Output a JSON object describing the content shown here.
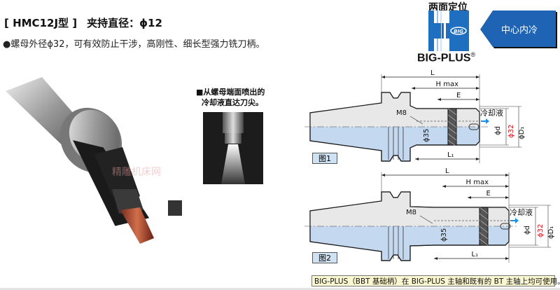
{
  "header": {
    "model": "[ HMC12J型 ]",
    "spec": "夹持直径：ϕ12"
  },
  "description": "●螺母外径ϕ32，可有效防止干涉，高刚性、细长型强力铣刀柄。",
  "logo": {
    "caption": "两面定位",
    "badge": "BIG",
    "wordmark": "BIG-PLUS",
    "registered": "®"
  },
  "feature_badge": "中心内冷",
  "photo_caption": [
    "■从螺母端面喷出的",
    "冷却液直达刀尖。"
  ],
  "watermark": "精雕机床网",
  "figures": [
    {
      "tag": "图1",
      "L": "L",
      "H": "H max",
      "E": "E",
      "M8": "M8",
      "coolant": "冷却液",
      "phi35": "ϕ35",
      "phid": "ϕd",
      "phi32": "ϕ32",
      "phiD1": "ϕD₁",
      "L1": "L₁"
    },
    {
      "tag": "图2",
      "L": "L",
      "H": "H max",
      "E": "E",
      "M8": "M8",
      "coolant": "冷却液",
      "phi35": "ϕ35",
      "phid": "ϕd",
      "phi32": "ϕ32",
      "phiD1": "ϕD₁",
      "L1": "L₁"
    }
  ],
  "notice": "BIG-PLUS（BBT 基础柄）在 BIG-PLUS 主轴和既有的 BT 主轴上均可使用。",
  "colors": {
    "brand_blue": "#1e6fc0",
    "drawing_blue": "#c4d8f0",
    "red": "#e0101a"
  }
}
